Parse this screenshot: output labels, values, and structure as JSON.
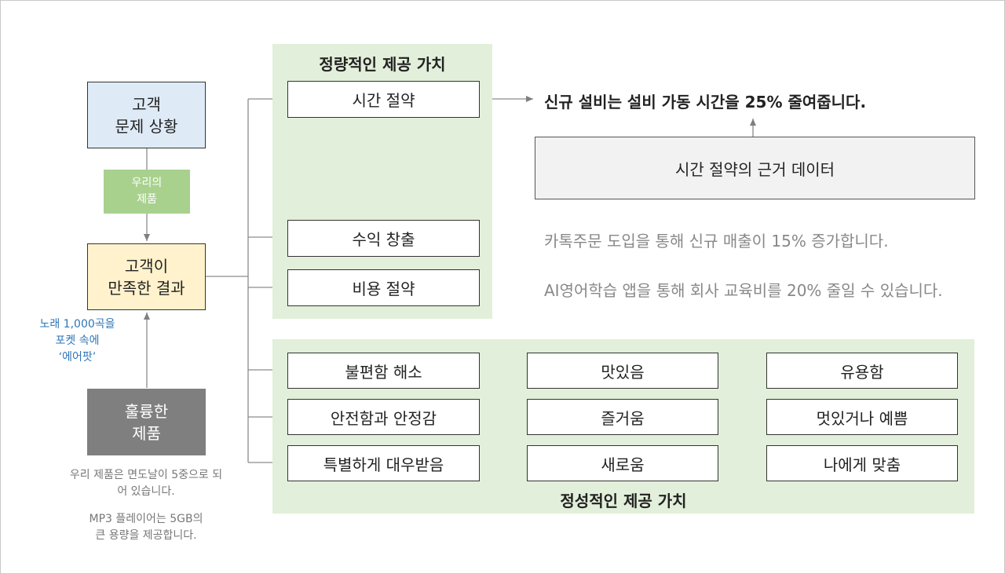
{
  "left": {
    "problem": "고객\n문제 상황",
    "our_product": "우리의\n제품",
    "result": "고객이\n만족한 결과",
    "annotation": "노래 1,000곡을\n포켓 속에\n‘에어팟’",
    "great_product": "훌륭한\n제품",
    "note1": "우리 제품은 면도날이 5중으로 되\n어 있습니다.",
    "note2": "MP3 플레이어는 5GB의\n큰 용량을 제공합니다."
  },
  "quantitative": {
    "title": "정량적인 제공 가치",
    "items": [
      "시간 절약",
      "수익 창출",
      "비용 절약"
    ]
  },
  "right": {
    "time_statement": "신규 설비는 설비 가동 시간을 25% 줄여줍니다.",
    "evidence": "시간 절약의 근거 데이터",
    "revenue_statement": "카톡주문 도입을 통해 신규 매출이 15% 증가합니다.",
    "cost_statement": "AI영어학습 앱을 통해 회사 교육비를 20% 줄일 수 있습니다."
  },
  "qualitative": {
    "title": "정성적인 제공 가치",
    "col1": [
      "불편함 해소",
      "안전함과 안정감",
      "특별하게 대우받음"
    ],
    "col2": [
      "맛있음",
      "즐거움",
      "새로움"
    ],
    "col3": [
      "유용함",
      "멋있거나 예쁨",
      "나에게 맞춤"
    ]
  },
  "colors": {
    "problem_fill": "#deebf7",
    "product_fill": "#a9d18e",
    "result_fill": "#fff2cc",
    "great_fill": "#7f7f7f",
    "panel_fill": "#e2efda",
    "annotation_text": "#2e75b6"
  }
}
